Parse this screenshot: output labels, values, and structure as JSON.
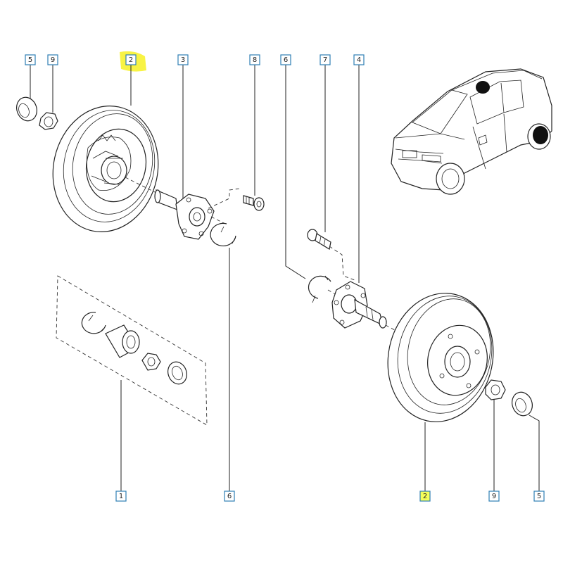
{
  "callouts": {
    "c1": "1",
    "c2a": "2",
    "c2b": "2",
    "c3": "3",
    "c4": "4",
    "c5a": "5",
    "c5b": "5",
    "c6a": "6",
    "c6b": "6",
    "c7": "7",
    "c8": "8",
    "c9a": "9",
    "c9b": "9"
  },
  "colors": {
    "callout_border": "#2f7fb5",
    "highlight": "#f5ff5a"
  }
}
